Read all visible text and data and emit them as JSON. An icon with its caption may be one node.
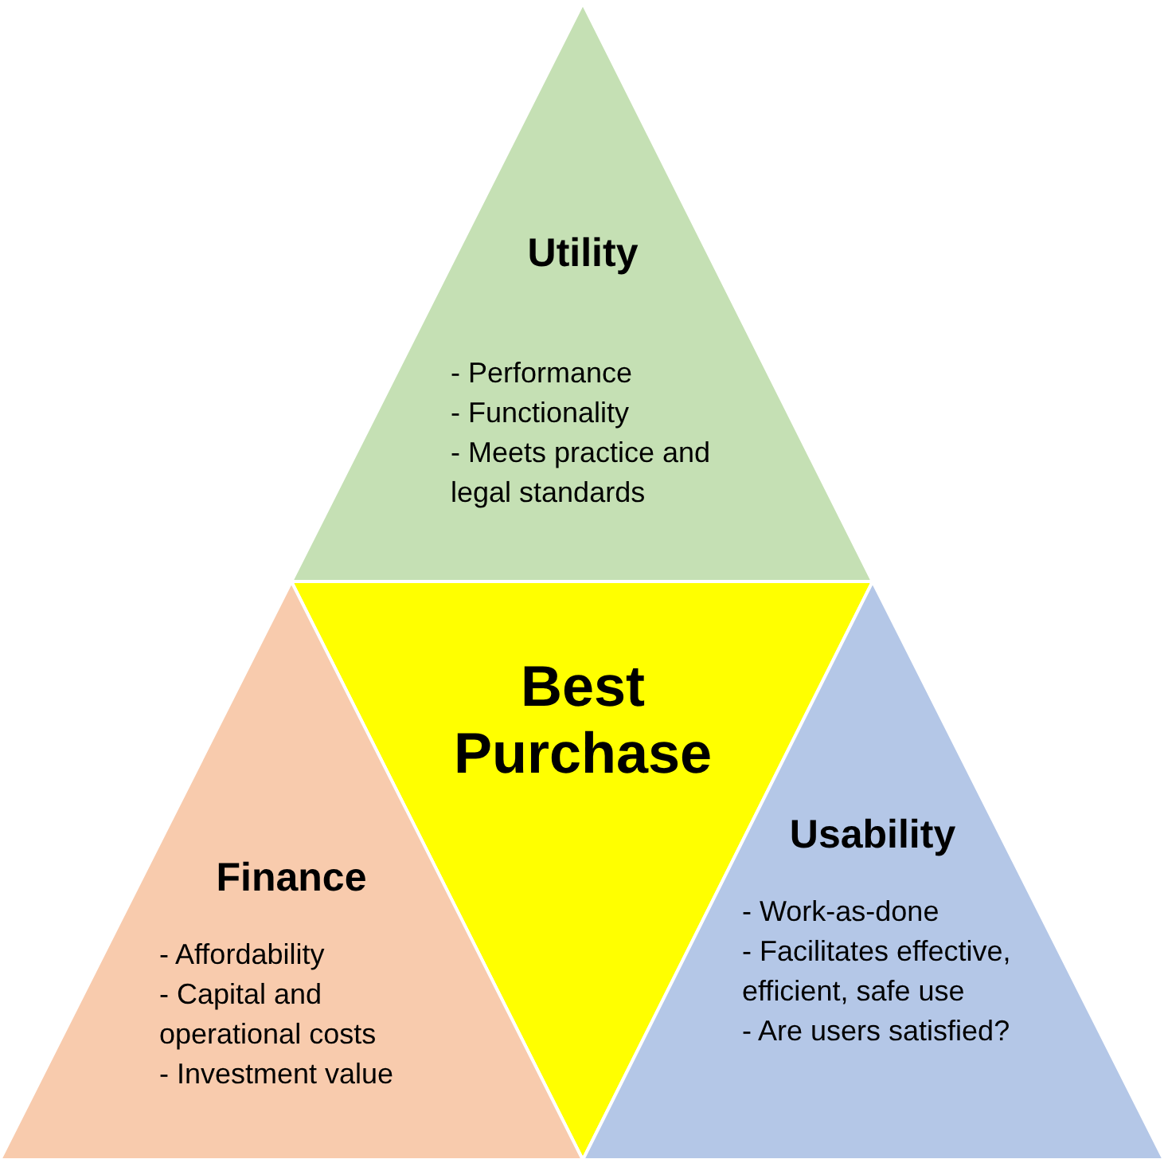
{
  "diagram": {
    "nodes": [
      {
        "text": [
          "Utility",
          "- Performance",
          "- Functionality",
          "- Meets practice and legal standards"
        ]
      },
      {
        "text": [
          "Best Purchase"
        ]
      },
      {
        "text": [
          "Finance",
          "- Affordability",
          "- Capital and operational costs",
          "- Investment value"
        ]
      },
      {
        "text": [
          "Usability",
          "- Work-as-done",
          "- Facilitates effective, efficient, safe use",
          "- Are users satisfied?"
        ]
      }
    ],
    "edges": []
  }
}
